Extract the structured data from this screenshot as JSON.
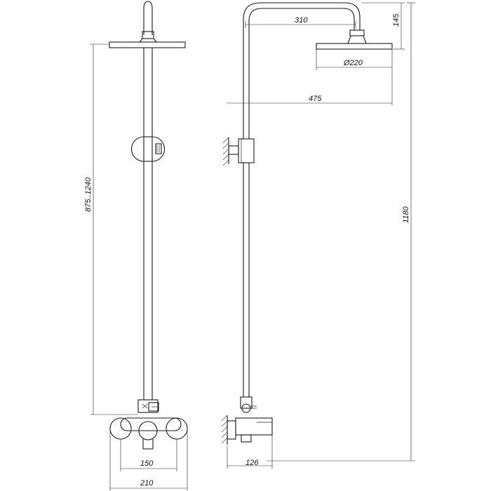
{
  "drawing": {
    "dimensions": {
      "arm_reach": "310",
      "head_height": "145",
      "head_diameter": "Ø220",
      "total_reach": "475",
      "adjustable_height": "875..1240",
      "total_height": "1180",
      "mixer_depth": "126",
      "mixer_inner_width": "150",
      "mixer_outer_width": "210"
    }
  }
}
